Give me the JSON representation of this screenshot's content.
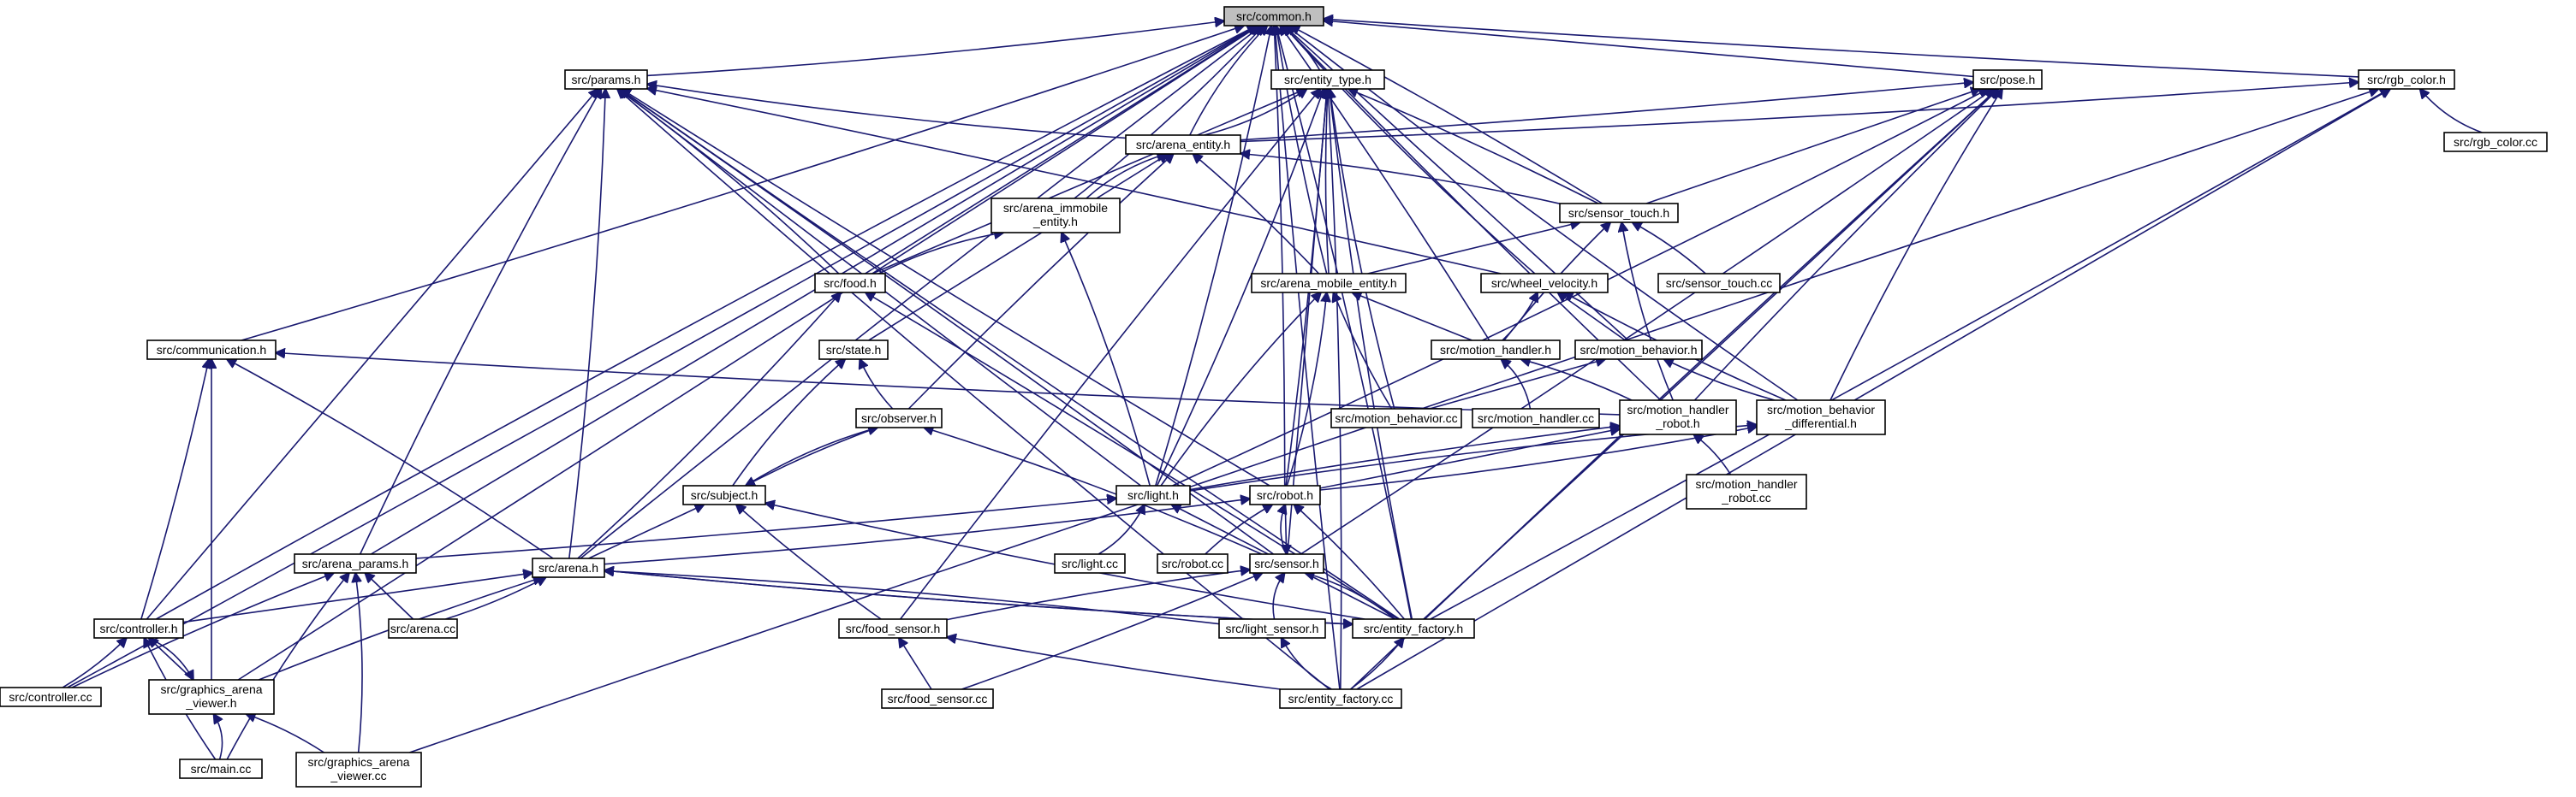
{
  "diagram": {
    "type": "include-dependency-graph",
    "colors": {
      "edge": "#191970",
      "node_fill": "#ffffff",
      "root_fill": "#bfbfbf",
      "border": "#000000"
    },
    "nodes": [
      {
        "id": "common_h",
        "lines": [
          "src/common.h"
        ],
        "root": true
      },
      {
        "id": "params_h",
        "lines": [
          "src/params.h"
        ]
      },
      {
        "id": "entity_type_h",
        "lines": [
          "src/entity_type.h"
        ]
      },
      {
        "id": "pose_h",
        "lines": [
          "src/pose.h"
        ]
      },
      {
        "id": "rgb_color_h",
        "lines": [
          "src/rgb_color.h"
        ]
      },
      {
        "id": "rgb_color_cc",
        "lines": [
          "src/rgb_color.cc"
        ]
      },
      {
        "id": "arena_entity_h",
        "lines": [
          "src/arena_entity.h"
        ]
      },
      {
        "id": "arena_immobile_entity_h",
        "lines": [
          "src/arena_immobile",
          "_entity.h"
        ]
      },
      {
        "id": "sensor_touch_h",
        "lines": [
          "src/sensor_touch.h"
        ]
      },
      {
        "id": "sensor_touch_cc",
        "lines": [
          "src/sensor_touch.cc"
        ]
      },
      {
        "id": "food_h",
        "lines": [
          "src/food.h"
        ]
      },
      {
        "id": "arena_mobile_entity_h",
        "lines": [
          "src/arena_mobile_entity.h"
        ]
      },
      {
        "id": "wheel_velocity_h",
        "lines": [
          "src/wheel_velocity.h"
        ]
      },
      {
        "id": "communication_h",
        "lines": [
          "src/communication.h"
        ]
      },
      {
        "id": "state_h",
        "lines": [
          "src/state.h"
        ]
      },
      {
        "id": "motion_handler_h",
        "lines": [
          "src/motion_handler.h"
        ]
      },
      {
        "id": "motion_behavior_h",
        "lines": [
          "src/motion_behavior.h"
        ]
      },
      {
        "id": "observer_h",
        "lines": [
          "src/observer.h"
        ]
      },
      {
        "id": "motion_behavior_cc",
        "lines": [
          "src/motion_behavior.cc"
        ]
      },
      {
        "id": "motion_handler_cc",
        "lines": [
          "src/motion_handler.cc"
        ]
      },
      {
        "id": "motion_handler_robot_h",
        "lines": [
          "src/motion_handler",
          "_robot.h"
        ]
      },
      {
        "id": "motion_behavior_differential_h",
        "lines": [
          "src/motion_behavior",
          "_differential.h"
        ]
      },
      {
        "id": "subject_h",
        "lines": [
          "src/subject.h"
        ]
      },
      {
        "id": "light_h",
        "lines": [
          "src/light.h"
        ]
      },
      {
        "id": "robot_h",
        "lines": [
          "src/robot.h"
        ]
      },
      {
        "id": "motion_handler_robot_cc",
        "lines": [
          "src/motion_handler",
          "_robot.cc"
        ]
      },
      {
        "id": "arena_params_h",
        "lines": [
          "src/arena_params.h"
        ]
      },
      {
        "id": "arena_h",
        "lines": [
          "src/arena.h"
        ]
      },
      {
        "id": "light_cc",
        "lines": [
          "src/light.cc"
        ]
      },
      {
        "id": "robot_cc",
        "lines": [
          "src/robot.cc"
        ]
      },
      {
        "id": "sensor_h",
        "lines": [
          "src/sensor.h"
        ]
      },
      {
        "id": "controller_h",
        "lines": [
          "src/controller.h"
        ]
      },
      {
        "id": "arena_cc",
        "lines": [
          "src/arena.cc"
        ]
      },
      {
        "id": "food_sensor_h",
        "lines": [
          "src/food_sensor.h"
        ]
      },
      {
        "id": "light_sensor_h",
        "lines": [
          "src/light_sensor.h"
        ]
      },
      {
        "id": "entity_factory_h",
        "lines": [
          "src/entity_factory.h"
        ]
      },
      {
        "id": "controller_cc",
        "lines": [
          "src/controller.cc"
        ]
      },
      {
        "id": "graphics_arena_viewer_h",
        "lines": [
          "src/graphics_arena",
          "_viewer.h"
        ]
      },
      {
        "id": "food_sensor_cc",
        "lines": [
          "src/food_sensor.cc"
        ]
      },
      {
        "id": "entity_factory_cc",
        "lines": [
          "src/entity_factory.cc"
        ]
      },
      {
        "id": "main_cc",
        "lines": [
          "src/main.cc"
        ]
      },
      {
        "id": "graphics_arena_viewer_cc",
        "lines": [
          "src/graphics_arena",
          "_viewer.cc"
        ]
      }
    ],
    "edges": [
      [
        "common_h",
        "params_h"
      ],
      [
        "common_h",
        "entity_type_h"
      ],
      [
        "common_h",
        "pose_h"
      ],
      [
        "common_h",
        "rgb_color_h"
      ],
      [
        "common_h",
        "arena_entity_h"
      ],
      [
        "common_h",
        "arena_immobile_entity_h"
      ],
      [
        "common_h",
        "sensor_touch_h"
      ],
      [
        "common_h",
        "food_h"
      ],
      [
        "common_h",
        "arena_mobile_entity_h"
      ],
      [
        "common_h",
        "wheel_velocity_h"
      ],
      [
        "common_h",
        "communication_h"
      ],
      [
        "common_h",
        "motion_handler_h"
      ],
      [
        "common_h",
        "motion_behavior_h"
      ],
      [
        "common_h",
        "motion_handler_robot_h"
      ],
      [
        "common_h",
        "motion_behavior_differential_h"
      ],
      [
        "common_h",
        "light_h"
      ],
      [
        "common_h",
        "robot_h"
      ],
      [
        "common_h",
        "arena_params_h"
      ],
      [
        "common_h",
        "arena_h"
      ],
      [
        "common_h",
        "controller_h"
      ],
      [
        "common_h",
        "entity_factory_h"
      ],
      [
        "common_h",
        "controller_cc"
      ],
      [
        "common_h",
        "graphics_arena_viewer_h"
      ],
      [
        "common_h",
        "entity_factory_cc"
      ],
      [
        "params_h",
        "arena_entity_h"
      ],
      [
        "params_h",
        "food_h"
      ],
      [
        "params_h",
        "wheel_velocity_h"
      ],
      [
        "params_h",
        "light_h"
      ],
      [
        "params_h",
        "robot_h"
      ],
      [
        "params_h",
        "arena_params_h"
      ],
      [
        "params_h",
        "arena_h"
      ],
      [
        "params_h",
        "sensor_h"
      ],
      [
        "params_h",
        "controller_h"
      ],
      [
        "params_h",
        "entity_factory_h"
      ],
      [
        "params_h",
        "entity_factory_cc"
      ],
      [
        "entity_type_h",
        "arena_entity_h"
      ],
      [
        "entity_type_h",
        "sensor_touch_h"
      ],
      [
        "entity_type_h",
        "food_h"
      ],
      [
        "entity_type_h",
        "arena_mobile_entity_h"
      ],
      [
        "entity_type_h",
        "motion_behavior_cc"
      ],
      [
        "entity_type_h",
        "light_h"
      ],
      [
        "entity_type_h",
        "robot_h"
      ],
      [
        "entity_type_h",
        "sensor_h"
      ],
      [
        "entity_type_h",
        "food_sensor_h"
      ],
      [
        "entity_type_h",
        "entity_factory_h"
      ],
      [
        "entity_type_h",
        "entity_factory_cc"
      ],
      [
        "pose_h",
        "arena_entity_h"
      ],
      [
        "pose_h",
        "sensor_touch_h"
      ],
      [
        "pose_h",
        "motion_handler_robot_h"
      ],
      [
        "pose_h",
        "motion_behavior_differential_h"
      ],
      [
        "pose_h",
        "light_h"
      ],
      [
        "pose_h",
        "sensor_h"
      ],
      [
        "pose_h",
        "entity_factory_h"
      ],
      [
        "pose_h",
        "entity_factory_cc"
      ],
      [
        "rgb_color_h",
        "rgb_color_cc"
      ],
      [
        "rgb_color_h",
        "arena_entity_h"
      ],
      [
        "rgb_color_h",
        "entity_factory_h"
      ],
      [
        "rgb_color_h",
        "entity_factory_cc"
      ],
      [
        "rgb_color_h",
        "graphics_arena_viewer_cc"
      ],
      [
        "arena_entity_h",
        "arena_immobile_entity_h"
      ],
      [
        "arena_entity_h",
        "sensor_touch_h"
      ],
      [
        "arena_entity_h",
        "arena_mobile_entity_h"
      ],
      [
        "arena_entity_h",
        "state_h"
      ],
      [
        "arena_entity_h",
        "observer_h"
      ],
      [
        "arena_immobile_entity_h",
        "food_h"
      ],
      [
        "arena_immobile_entity_h",
        "light_h"
      ],
      [
        "sensor_touch_h",
        "sensor_touch_cc"
      ],
      [
        "sensor_touch_h",
        "arena_mobile_entity_h"
      ],
      [
        "sensor_touch_h",
        "motion_handler_h"
      ],
      [
        "sensor_touch_h",
        "motion_handler_robot_h"
      ],
      [
        "food_h",
        "arena_h"
      ],
      [
        "food_h",
        "entity_factory_h"
      ],
      [
        "arena_mobile_entity_h",
        "motion_handler_h"
      ],
      [
        "arena_mobile_entity_h",
        "motion_behavior_cc"
      ],
      [
        "arena_mobile_entity_h",
        "light_h"
      ],
      [
        "arena_mobile_entity_h",
        "robot_h"
      ],
      [
        "wheel_velocity_h",
        "motion_handler_h"
      ],
      [
        "wheel_velocity_h",
        "motion_behavior_h"
      ],
      [
        "wheel_velocity_h",
        "motion_behavior_differential_h"
      ],
      [
        "communication_h",
        "motion_handler_robot_h"
      ],
      [
        "communication_h",
        "arena_h"
      ],
      [
        "communication_h",
        "controller_h"
      ],
      [
        "communication_h",
        "graphics_arena_viewer_h"
      ],
      [
        "state_h",
        "observer_h"
      ],
      [
        "state_h",
        "subject_h"
      ],
      [
        "motion_handler_h",
        "motion_handler_cc"
      ],
      [
        "motion_handler_h",
        "motion_handler_robot_h"
      ],
      [
        "motion_behavior_h",
        "motion_behavior_cc"
      ],
      [
        "motion_behavior_h",
        "motion_behavior_differential_h"
      ],
      [
        "observer_h",
        "subject_h"
      ],
      [
        "observer_h",
        "sensor_h"
      ],
      [
        "motion_handler_robot_h",
        "motion_handler_robot_cc"
      ],
      [
        "motion_handler_robot_h",
        "robot_h"
      ],
      [
        "motion_handler_robot_h",
        "light_h"
      ],
      [
        "motion_behavior_differential_h",
        "light_h"
      ],
      [
        "motion_behavior_differential_h",
        "robot_h"
      ],
      [
        "subject_h",
        "observer_h"
      ],
      [
        "subject_h",
        "arena_h"
      ],
      [
        "subject_h",
        "food_sensor_h"
      ],
      [
        "subject_h",
        "entity_factory_h"
      ],
      [
        "light_h",
        "light_cc"
      ],
      [
        "light_h",
        "arena_params_h"
      ],
      [
        "light_h",
        "entity_factory_h"
      ],
      [
        "robot_h",
        "robot_cc"
      ],
      [
        "robot_h",
        "sensor_h"
      ],
      [
        "robot_h",
        "arena_h"
      ],
      [
        "robot_h",
        "entity_factory_h"
      ],
      [
        "sensor_h",
        "robot_h"
      ],
      [
        "sensor_h",
        "food_sensor_h"
      ],
      [
        "sensor_h",
        "light_sensor_h"
      ],
      [
        "sensor_h",
        "entity_factory_h"
      ],
      [
        "sensor_h",
        "food_sensor_cc"
      ],
      [
        "arena_params_h",
        "arena_cc"
      ],
      [
        "arena_params_h",
        "controller_cc"
      ],
      [
        "arena_params_h",
        "main_cc"
      ],
      [
        "arena_params_h",
        "graphics_arena_viewer_cc"
      ],
      [
        "arena_h",
        "arena_cc"
      ],
      [
        "arena_h",
        "controller_h"
      ],
      [
        "arena_h",
        "graphics_arena_viewer_h"
      ],
      [
        "arena_h",
        "entity_factory_h"
      ],
      [
        "arena_h",
        "light_sensor_h"
      ],
      [
        "controller_h",
        "controller_cc"
      ],
      [
        "controller_h",
        "graphics_arena_viewer_h"
      ],
      [
        "controller_h",
        "main_cc"
      ],
      [
        "graphics_arena_viewer_h",
        "controller_h"
      ],
      [
        "graphics_arena_viewer_h",
        "main_cc"
      ],
      [
        "graphics_arena_viewer_h",
        "graphics_arena_viewer_cc"
      ],
      [
        "food_sensor_h",
        "food_sensor_cc"
      ],
      [
        "food_sensor_h",
        "entity_factory_cc"
      ],
      [
        "light_sensor_h",
        "entity_factory_cc"
      ],
      [
        "entity_factory_h",
        "arena_h"
      ],
      [
        "entity_factory_h",
        "entity_factory_cc"
      ]
    ]
  }
}
